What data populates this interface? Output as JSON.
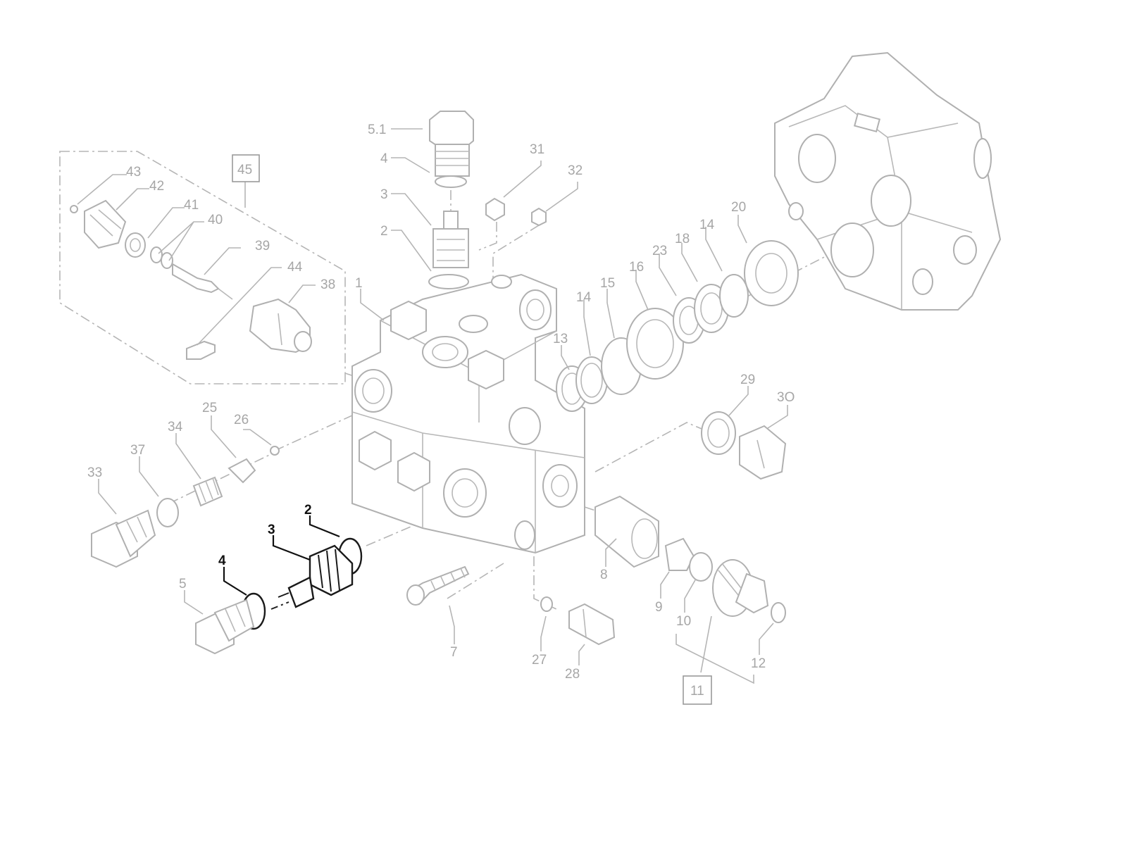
{
  "callouts": {
    "c_5_1": "5.1",
    "c_4_top": "4",
    "c_3_top": "3",
    "c_2_top": "2",
    "c_1": "1",
    "c_31": "31",
    "c_32": "32",
    "c_43": "43",
    "c_42": "42",
    "c_41": "41",
    "c_40": "40",
    "c_39": "39",
    "c_44": "44",
    "c_38": "38",
    "c_45": "45",
    "c_20": "20",
    "c_14_a": "14",
    "c_18": "18",
    "c_23": "23",
    "c_16": "16",
    "c_15": "15",
    "c_14_b": "14",
    "c_13": "13",
    "c_29": "29",
    "c_30": "3O",
    "c_25": "25",
    "c_34": "34",
    "c_26": "26",
    "c_37": "37",
    "c_33": "33",
    "c_2_hl": "2",
    "c_3_hl": "3",
    "c_4_hl": "4",
    "c_5": "5",
    "c_8": "8",
    "c_9": "9",
    "c_10": "10",
    "c_12": "12",
    "c_11": "11",
    "c_7": "7",
    "c_27": "27",
    "c_28": "28"
  },
  "colors": {
    "faded_line": "#b0b0b0",
    "highlight_line": "#1a1a1a",
    "background": "#ffffff"
  }
}
